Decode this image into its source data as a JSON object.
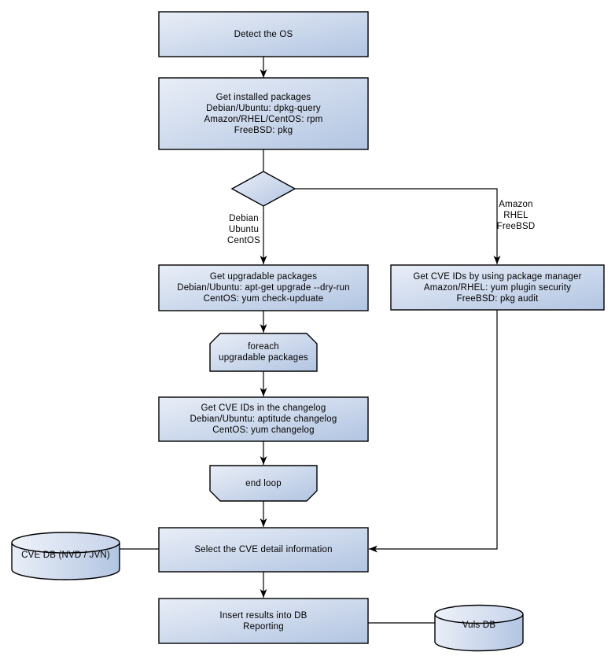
{
  "diagram": {
    "colors": {
      "node_fill_light": "#e9eef7",
      "node_fill_dark": "#b2c5e2",
      "border": "#000000",
      "text": "#000000",
      "background": "#ffffff"
    },
    "nodes": {
      "detect_os": {
        "label": "Detect the OS"
      },
      "get_installed_packages": {
        "label": "Get installed packages\nDebian/Ubuntu: dpkg-query\nAmazon/RHEL/CentOS: rpm\nFreeBSD: pkg"
      },
      "get_upgradable_packages": {
        "label": "Get upgradable packages\nDebian/Ubuntu: apt-get upgrade --dry-run\nCentOS: yum check-upduate"
      },
      "get_cve_ids_package_manager": {
        "label": "Get CVE IDs by using package manager\nAmazon/RHEL: yum plugin security\nFreeBSD: pkg audit"
      },
      "foreach_loop_start": {
        "label": "foreach\nupgradable packages"
      },
      "get_cve_ids_changelog": {
        "label": "Get CVE IDs in the changelog\nDebian/Ubuntu: aptitude changelog\nCentOS: yum changelog"
      },
      "end_loop": {
        "label": "end loop"
      },
      "select_cve_detail": {
        "label": "Select the CVE detail information"
      },
      "cve_db": {
        "label": "CVE DB (NVD / JVN)"
      },
      "insert_results_reporting": {
        "label": "Insert results into DB\nReporting"
      },
      "vuls_db": {
        "label": "Vuls DB"
      }
    },
    "edge_labels": {
      "debian_branch": "Debian\nUbuntu\nCentOS",
      "amazon_branch": "Amazon\nRHEL\nFreeBSD"
    }
  }
}
